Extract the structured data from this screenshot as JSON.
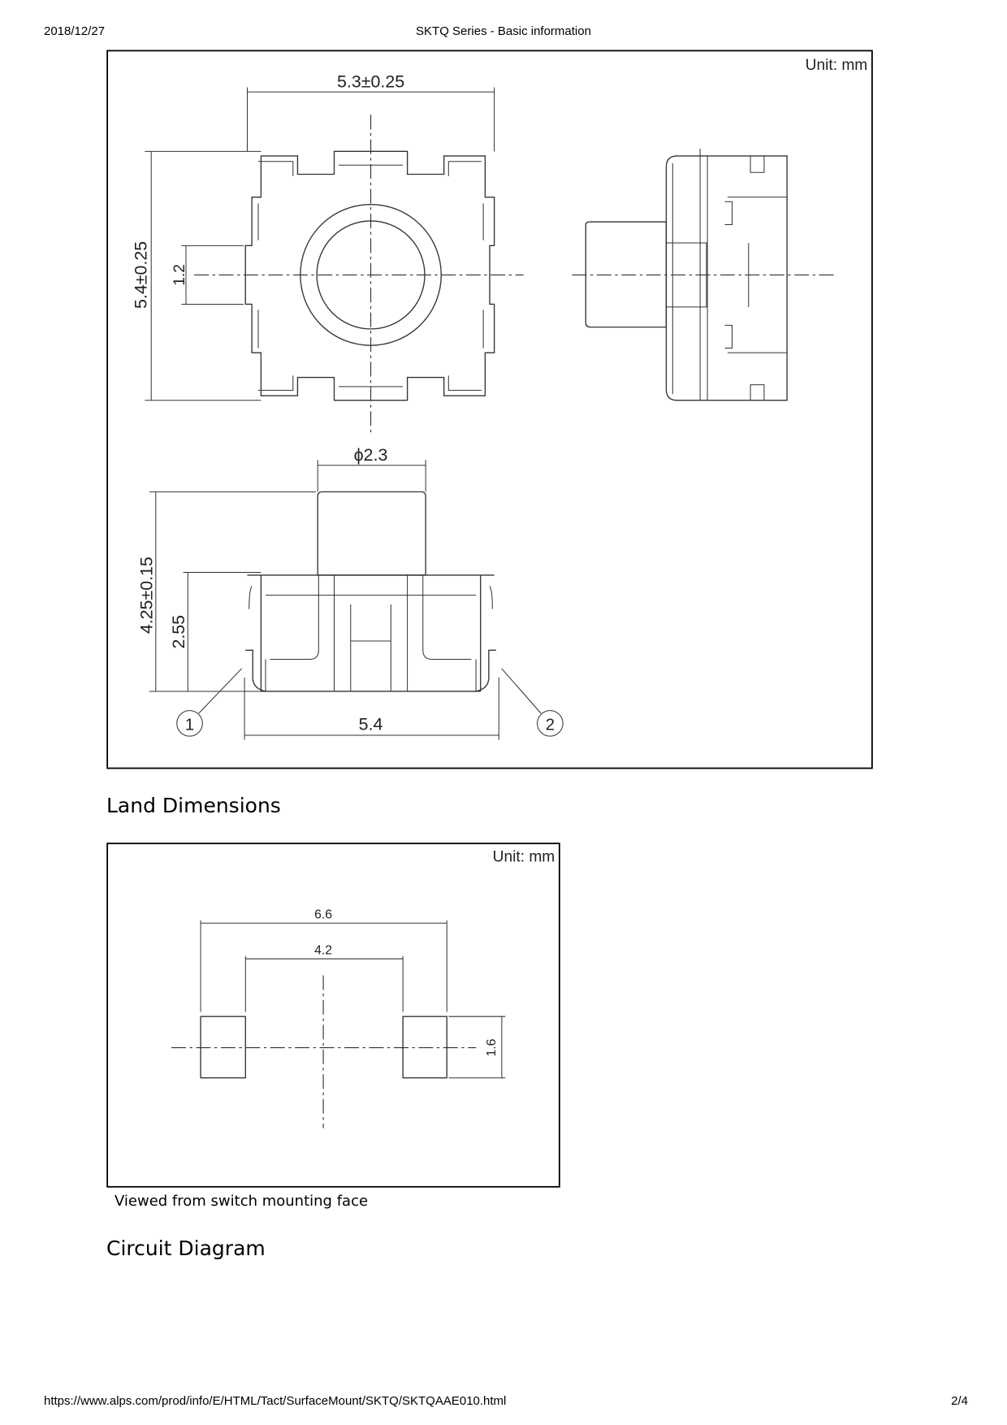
{
  "header": {
    "date": "2018/12/27",
    "title": "SKTQ Series - Basic information"
  },
  "dimension_drawing": {
    "unit": "Unit: mm",
    "width": "5.3±0.25",
    "height": "5.4±0.25",
    "stem_width": "1.2",
    "knob_diameter": "ϕ2.3",
    "total_height": "4.25±0.15",
    "body_height": "2.55",
    "base_width": "5.4",
    "terminal_1": "1",
    "terminal_2": "2"
  },
  "land": {
    "heading": "Land Dimensions",
    "unit": "Unit: mm",
    "outer": "6.6",
    "inner": "4.2",
    "pad_height": "1.6",
    "caption": "Viewed from switch mounting face"
  },
  "circuit": {
    "heading": "Circuit Diagram"
  },
  "footer": {
    "url": "https://www.alps.com/prod/info/E/HTML/Tact/SurfaceMount/SKTQ/SKTQAAE010.html",
    "page": "2/4"
  }
}
